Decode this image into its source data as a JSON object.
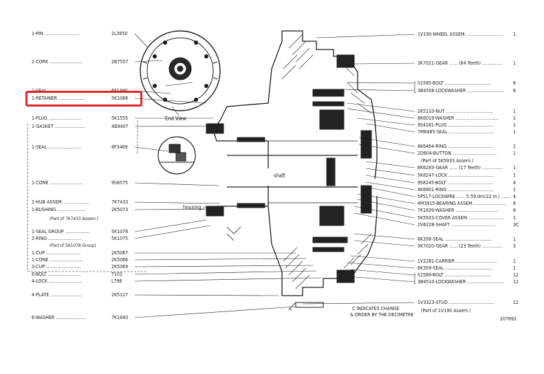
{
  "left_parts": [
    {
      "label": "1-PIN",
      "part": "2L3650"
    },
    {
      "label": "2-CORK",
      "part": "2B7557"
    },
    {
      "label": "1-SEAL",
      "part": "6F1380"
    },
    {
      "label": "1-RETAINER",
      "part": "5K1068"
    },
    {
      "label": "1-PLUG",
      "part": "5K1555"
    },
    {
      "label": "1-GASKET",
      "part": "4B8407"
    },
    {
      "label": "1-SEAL",
      "part": "8F3469"
    },
    {
      "label": "1-CONE",
      "part": "9S6575"
    },
    {
      "label": "1-HUB ASSEM.",
      "part": "7K7433"
    },
    {
      "label": "1-BUSHING",
      "part": "2K5073"
    },
    {
      "label": "1-SEAL GROUP",
      "part": "5K1078"
    },
    {
      "label": "2-RING",
      "part": "5K1075"
    },
    {
      "label": "1-CUP",
      "part": "2K5067"
    },
    {
      "label": "1-CONE",
      "part": "2K5066"
    },
    {
      "label": "3-CUP",
      "part": "2K5069"
    },
    {
      "label": "8-BOLT",
      "part": "T102"
    },
    {
      "label": "4-LOCK",
      "part": "L796"
    },
    {
      "label": "4-PLATE",
      "part": "2K5127"
    },
    {
      "label": "6-WASHER",
      "part": "7K1840"
    }
  ],
  "left_notes": {
    "bushing_note": "(Part of 7K7433 Assem.)",
    "ring_note": "(Part of 5K1078 Group)"
  },
  "right_parts": [
    {
      "label": "1V190-WHEEL ASSEM.",
      "qty": "1"
    },
    {
      "label": "3K7021-GEAR",
      "note": "(64 Teeth)",
      "qty": "1"
    },
    {
      "label": "S1585-BOLT",
      "qty": "6"
    },
    {
      "label": "3B4508-LOCKWASHER",
      "qty": "6"
    },
    {
      "label": "2K5133-NUT",
      "qty": "1"
    },
    {
      "label": "8K6019-WASHER",
      "qty": "1"
    },
    {
      "label": "9S4181-PLUG",
      "qty": "1"
    },
    {
      "label": "7M8485-SEAL",
      "qty": "1"
    },
    {
      "label": "8K6464-RING",
      "qty": "1"
    },
    {
      "label": "2D604-BUTTON",
      "qty": "1"
    },
    {
      "label": "(Part of 5K5933 Assem.)",
      "qty": ""
    },
    {
      "label": "8K6283-GEAR",
      "note": "(17 Teeth)",
      "qty": "1"
    },
    {
      "label": "5K8247-LOCK",
      "qty": "1"
    },
    {
      "label": "9S8245-BOLT",
      "qty": "4"
    },
    {
      "label": "4K6801-RING",
      "qty": "1"
    },
    {
      "label": "5P517-LOCKWIRE",
      "note": "5.59 dm(22 in.)",
      "qty": "4"
    },
    {
      "label": "4M3915-BEARING ASSEM.",
      "qty": "6"
    },
    {
      "label": "7K1839-WASHER",
      "qty": "6"
    },
    {
      "label": "5K5933-COVER ASSEM.",
      "qty": "1"
    },
    {
      "label": "2V6228-SHAFT",
      "qty": "3C"
    },
    {
      "label": "6K356-SEAL",
      "qty": "1"
    },
    {
      "label": "3K7020-GEAR",
      "note": "(23 Teeth)",
      "qty": "3"
    },
    {
      "label": "1V2281-CARRIER",
      "qty": "1"
    },
    {
      "label": "6K359-SEAL",
      "qty": "1"
    },
    {
      "label": "S1589-BOLT",
      "qty": "12"
    },
    {
      "label": "3B4510-LOCKWASHER",
      "qty": "12"
    },
    {
      "label": "1V3323-STUD",
      "qty": "12"
    },
    {
      "label": "(Part of 1V190 Assem.)",
      "qty": ""
    }
  ],
  "labels": {
    "end_view": "End View",
    "shaft": "shaft",
    "housing": "housing",
    "change_note_1": "C INDICATES CHANGE",
    "change_note_2": "& ORDER BY THE DECIMETRE",
    "figure_number": "207692"
  },
  "highlight_color": "#e0242a"
}
